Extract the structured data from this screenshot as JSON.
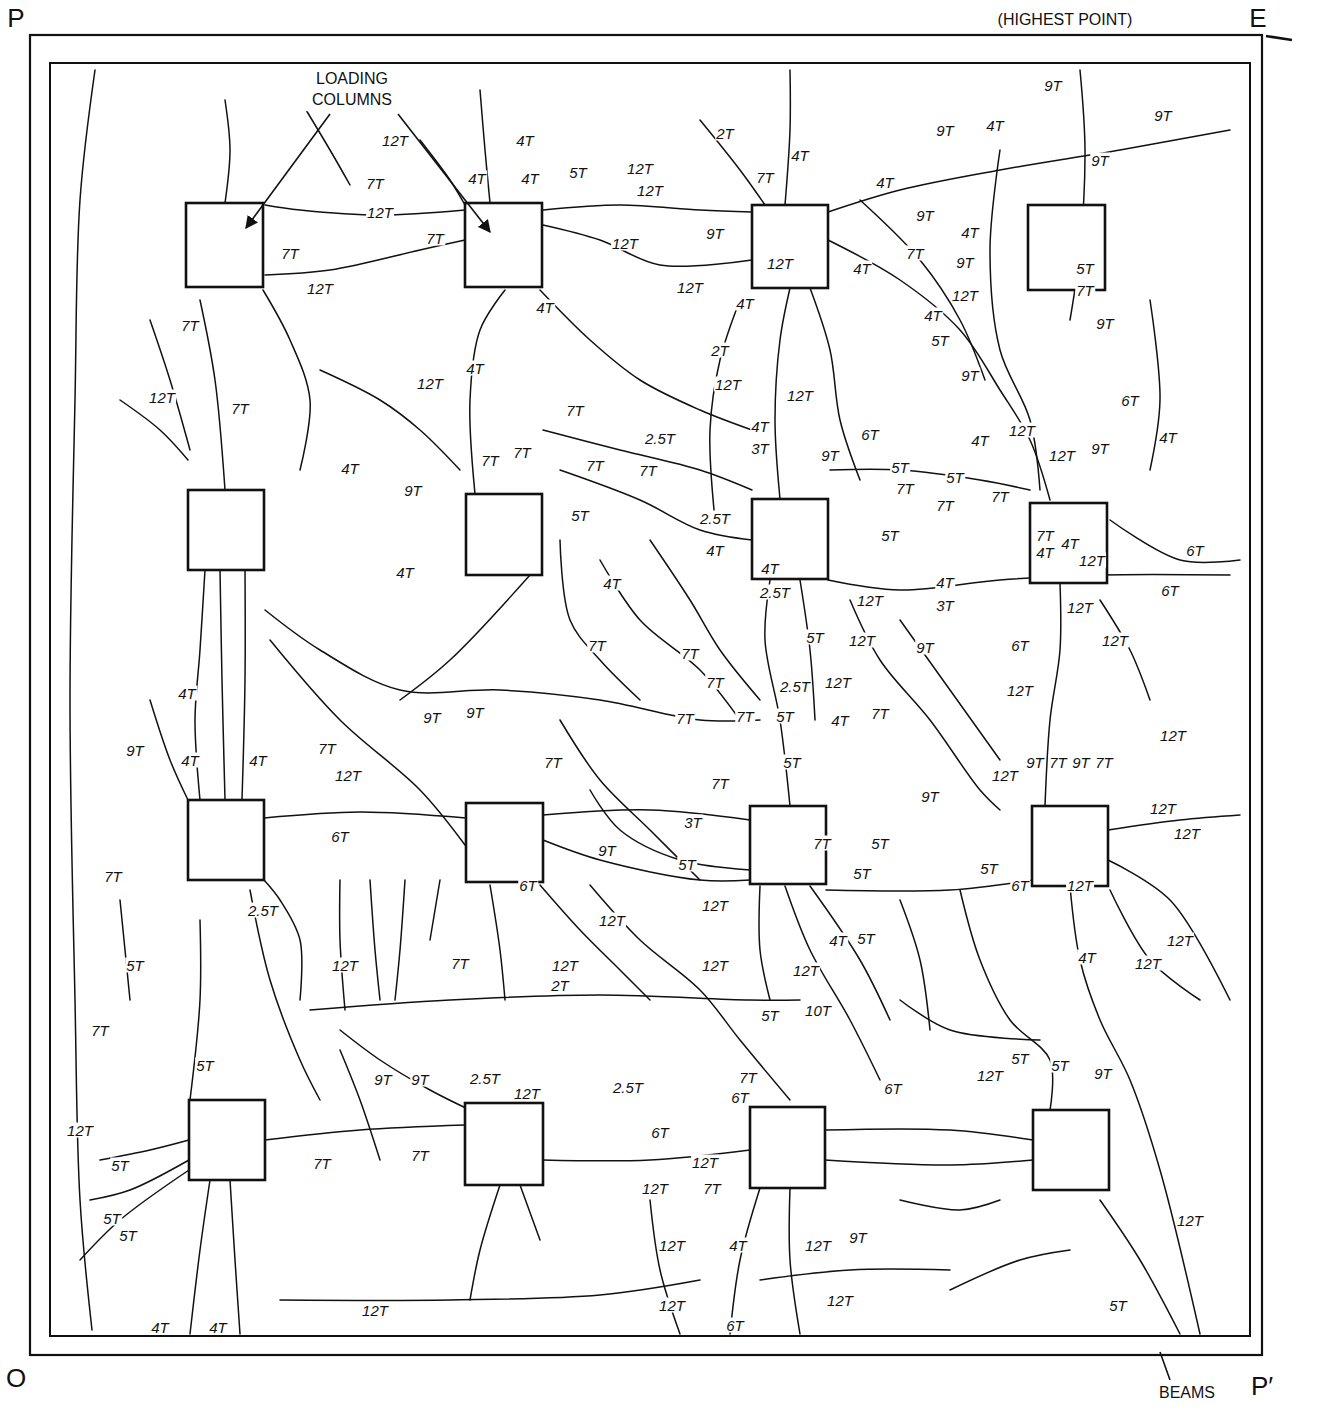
{
  "diagram": {
    "labels": [
      "P",
      "(HIGHEST POINT)",
      "E",
      "LOADING COLUMNS",
      "O",
      "BEAMS",
      "P′",
      "12T",
      "4T",
      "2T",
      "4T",
      "9T",
      "9T",
      "9T",
      "4T",
      "9T",
      "7T",
      "4T",
      "4T",
      "5T",
      "12T",
      "7T",
      "4T",
      "12T",
      "12T",
      "7T",
      "7T",
      "9T",
      "9T",
      "4T",
      "7T",
      "9T",
      "12T",
      "12T",
      "12T",
      "12T",
      "4T",
      "4T",
      "4T",
      "12T",
      "5T",
      "7T",
      "9T",
      "4T",
      "5T",
      "9T",
      "7T",
      "12T",
      "7T",
      "12T",
      "4T",
      "7T",
      "2.5T",
      "12T",
      "2T",
      "12T",
      "4T",
      "3T",
      "6T",
      "7T",
      "7T",
      "7T",
      "7T",
      "2.5T",
      "9T",
      "12T",
      "12T",
      "9T",
      "6T",
      "4T",
      "4T",
      "9T",
      "4T",
      "5T",
      "5T",
      "5T",
      "7T",
      "7T",
      "7T",
      "5T",
      "7T",
      "4T",
      "4T",
      "12T",
      "6T",
      "6T",
      "4T",
      "4T",
      "4T",
      "4T",
      "2.5T",
      "12T",
      "3T",
      "12T",
      "12T",
      "4T",
      "7T",
      "7T",
      "5T",
      "2.5T",
      "12T",
      "9T",
      "6T",
      "12T",
      "12T",
      "7T",
      "4T",
      "7T",
      "7T",
      "7T",
      "5T",
      "9T",
      "9T",
      "4T",
      "7T",
      "12T",
      "4T",
      "4T",
      "9T",
      "7T",
      "7T",
      "5T",
      "9T",
      "12T",
      "9T",
      "7T",
      "9T",
      "7T",
      "12T",
      "6T",
      "3T",
      "9T",
      "5T",
      "7T",
      "5T",
      "5T",
      "5T",
      "12T",
      "12T",
      "7T",
      "12T",
      "6T",
      "12T",
      "6T",
      "2.5T",
      "12T",
      "12T",
      "12T",
      "2T",
      "7T",
      "5T",
      "12T",
      "4T",
      "5T",
      "12T",
      "12T",
      "12T",
      "4T",
      "5T",
      "10T",
      "7T",
      "5T",
      "5T",
      "5T",
      "9T",
      "12T",
      "7T",
      "6T",
      "2.5T",
      "12T",
      "2.5T",
      "9T",
      "9T",
      "6T",
      "12T",
      "5T",
      "6T",
      "12T",
      "7T",
      "7T",
      "12T",
      "7T",
      "5T",
      "5T",
      "12T",
      "5T",
      "12T",
      "4T",
      "12T",
      "9T",
      "12T",
      "6T",
      "12T",
      "12T",
      "4T",
      "4T"
    ]
  }
}
